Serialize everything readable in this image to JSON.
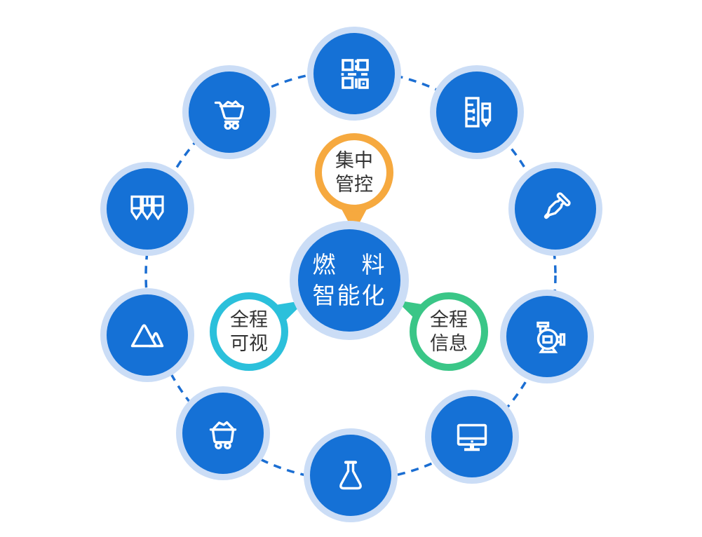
{
  "center": {
    "line1": "燃　料",
    "line2": "智能化"
  },
  "bubbles": [
    {
      "id": "top",
      "line1": "集中",
      "line2": "管控",
      "color": "#f6a93f"
    },
    {
      "id": "left",
      "line1": "全程",
      "line2": "可视",
      "color": "#2bc0db"
    },
    {
      "id": "right",
      "line1": "全程",
      "line2": "信息",
      "color": "#3ac687"
    }
  ],
  "nodes": [
    {
      "icon": "qr-code-icon",
      "position": "top"
    },
    {
      "icon": "notebook-pencil-icon",
      "position": "top-right"
    },
    {
      "icon": "dropper-icon",
      "position": "right"
    },
    {
      "icon": "pump-icon",
      "position": "lower-right"
    },
    {
      "icon": "monitor-icon",
      "position": "bottom-right"
    },
    {
      "icon": "flask-icon",
      "position": "bottom"
    },
    {
      "icon": "mine-cart-icon",
      "position": "bottom-left"
    },
    {
      "icon": "mountains-icon",
      "position": "lower-left"
    },
    {
      "icon": "sampling-pencils-icon",
      "position": "left"
    },
    {
      "icon": "shopping-cart-icon",
      "position": "top-left"
    }
  ],
  "colors": {
    "node_fill": "#1571d6",
    "node_ring": "#cbddf6",
    "dashed_line": "#1b6ed2",
    "bubble_top_border": "#f6a93f",
    "bubble_left_border": "#2bc0db",
    "bubble_right_border": "#3ac687",
    "bubble_text": "#333333",
    "center_text": "#ffffff",
    "background": "#ffffff"
  }
}
